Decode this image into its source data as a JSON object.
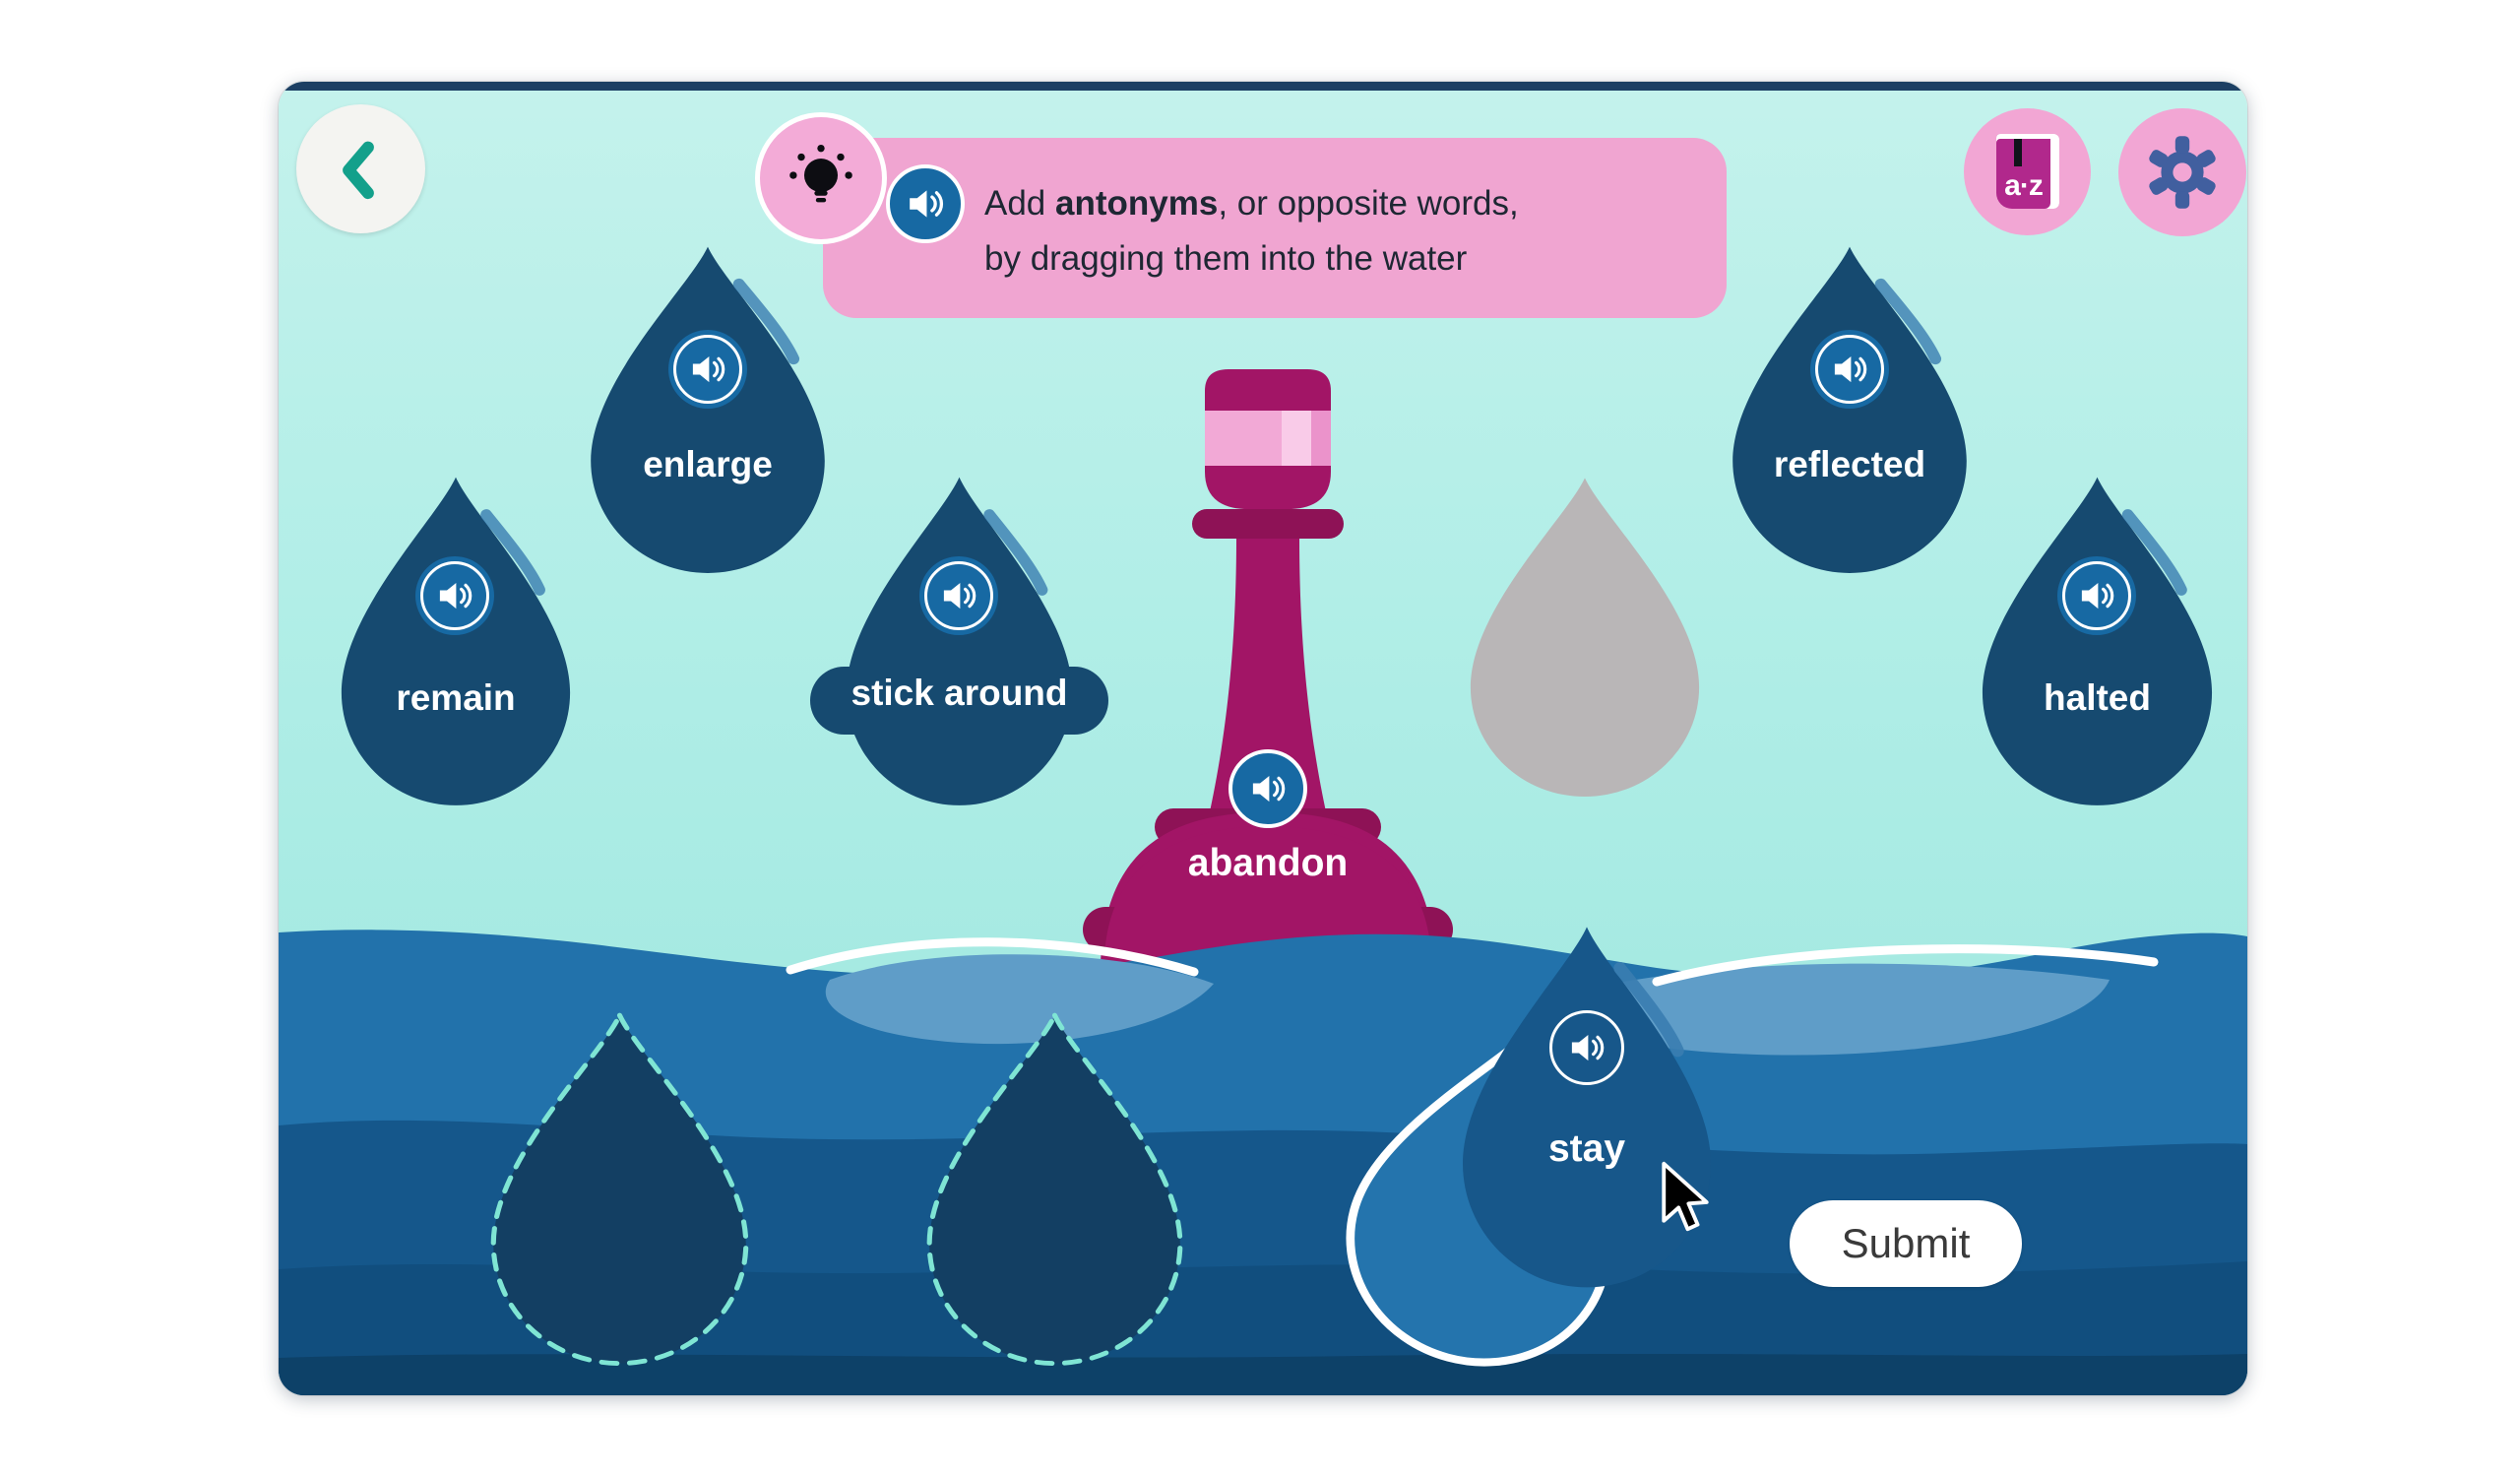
{
  "instruction": {
    "line1_prefix": "Add ",
    "line1_bold": "antonyms",
    "line1_suffix": ", or opposite words,",
    "line2": "by dragging them into the water"
  },
  "header": {
    "dictionary_label": "a·z"
  },
  "target_word": {
    "label": "abandon"
  },
  "word_bank": [
    {
      "label": "enlarge"
    },
    {
      "label": "remain"
    },
    {
      "label": "stick around"
    },
    {
      "label": "reflected"
    },
    {
      "label": "halted"
    }
  ],
  "dragged_word": {
    "label": "stay"
  },
  "drop_zone": {
    "empty_slots": 2,
    "used_slot_placeholder": "gray-droplet"
  },
  "submit": {
    "label": "Submit"
  },
  "icons": [
    "back-chevron-icon",
    "lightbulb-icon",
    "speaker-icon",
    "dictionary-icon",
    "gear-icon",
    "cursor-arrow-icon"
  ],
  "colors": {
    "background_top": "#c4f2ec",
    "background_bottom": "#a3e9e1",
    "droplet_navy": "#164a70",
    "dragged_droplet_blue": "#17578a",
    "water_surface": "#2272ab",
    "water_mid": "#15578b",
    "water_deep": "#114e7e",
    "water_deepest": "#0d4168",
    "water_light_patch": "#5f9dc8",
    "dashed_outline_teal": "#7fe5d4",
    "accent_pink": "#f0a5d1",
    "buoy_magenta": "#a21566",
    "buoy_dark_magenta": "#8e1256",
    "buoy_band_pink": "#f2a9d6",
    "speaker_blue": "#1769a3",
    "back_arrow_teal": "#13a08b",
    "gear_blue": "#415f9f",
    "book_magenta": "#b1288c",
    "placeholder_gray": "#b9b6b7",
    "top_strip_navy": "#1c3f63",
    "submit_text": "#3a3a3a"
  }
}
